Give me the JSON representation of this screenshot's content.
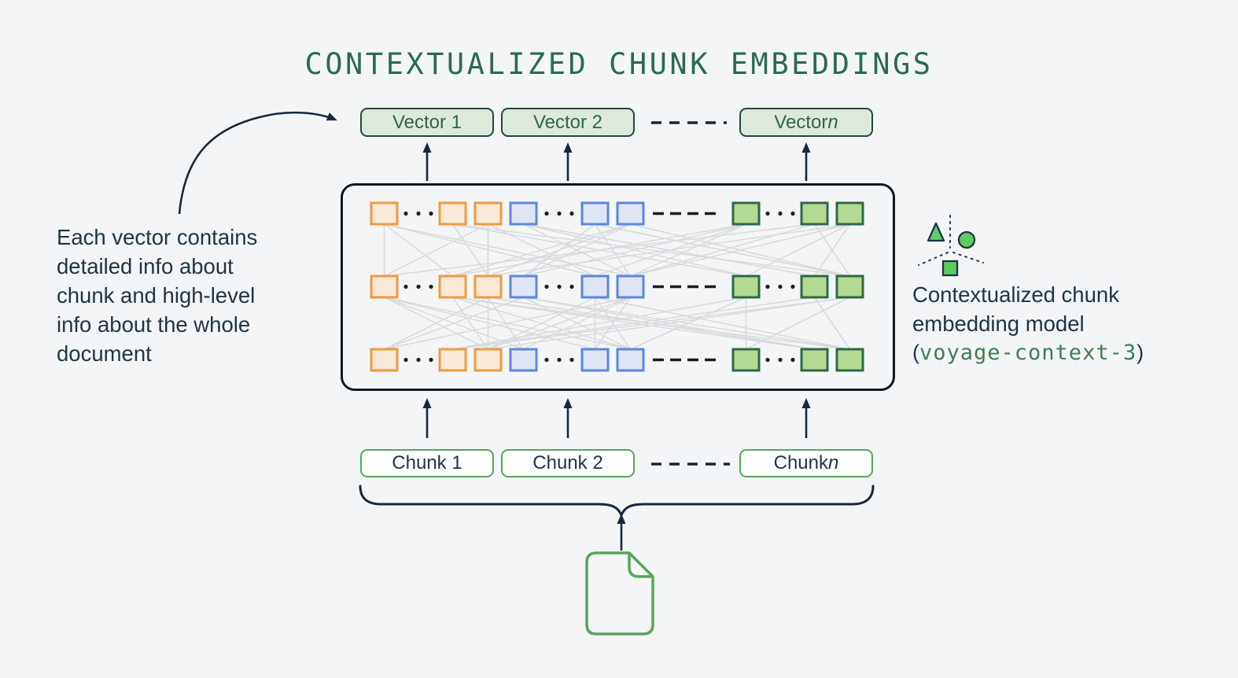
{
  "title": "CONTEXTUALIZED CHUNK EMBEDDINGS",
  "annotation_left": {
    "lines": [
      "Each vector contains",
      "detailed info about",
      "chunk and high-level",
      "info about the whole",
      "document"
    ]
  },
  "vectors": {
    "items": [
      {
        "text": "Vector 1",
        "suffix": ""
      },
      {
        "text": "Vector 2",
        "suffix": ""
      },
      {
        "text": "Vector ",
        "suffix": "n"
      }
    ]
  },
  "chunks": {
    "items": [
      {
        "text": "Chunk 1",
        "suffix": ""
      },
      {
        "text": "Chunk 2",
        "suffix": ""
      },
      {
        "text": "Chunk ",
        "suffix": "n"
      }
    ]
  },
  "model": {
    "line1": "Contextualized chunk",
    "line2": "embedding model",
    "paren_open": "(",
    "code": "voyage-context-3",
    "paren_close": ")",
    "icon": "model-scatter-icon"
  },
  "document_icon": "document-icon",
  "matrix": {
    "rows": 3,
    "dots_per_gap": 3,
    "dashes_per_row": 4,
    "groups": [
      {
        "name": "orange-token",
        "border": "#f09a3e",
        "fill": "#fbe9da"
      },
      {
        "name": "blue-token",
        "border": "#5b87e0",
        "fill": "#dfe5f4"
      },
      {
        "name": "green-token",
        "border": "#2f6847",
        "fill": "#b3da90"
      }
    ]
  },
  "colors": {
    "background": "#f3f5f7",
    "title_green": "#2d6a50",
    "navy_text": "#1e3445",
    "arrow_navy": "#16283c",
    "vector_fill": "#dde9da",
    "vector_border": "#1f4a3c",
    "vector_text": "#2c6652",
    "chunk_border": "#56a85c",
    "chunk_fill": "#fdfefd",
    "line_gray": "#d7d9db",
    "code_green": "#3f7d55",
    "icon_green": "#5ecb63",
    "doc_green": "#57a55b",
    "dash_black": "#1c1c1c"
  }
}
